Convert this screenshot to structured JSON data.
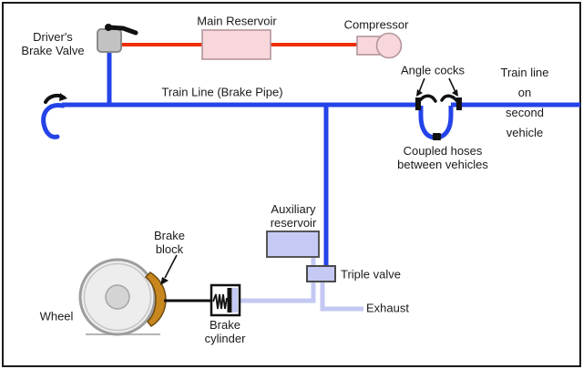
{
  "title": "Air brake system schematic",
  "colors": {
    "pipe_blue": "#2443e8",
    "pipe_red": "#ee2e00",
    "lavender_line": "#c3c8f3",
    "lavender_fill": "#c5caf5",
    "lavender_border": "#4a4a4a",
    "pink_fill": "#f8d7dc",
    "pink_border": "#b2959c",
    "valve_gray_fill": "#c2c2c2",
    "valve_gray_border": "#8a8a8a",
    "brake_block_fill": "#c8871e",
    "brake_block_border": "#6e4c12",
    "wheel_fill": "#ededed",
    "wheel_border": "#9d9d9d",
    "hub_fill": "#d4d4d4",
    "black": "#111111"
  },
  "labels": {
    "drivers_brake_valve": "Driver's\nBrake Valve",
    "main_reservoir": "Main Reservoir",
    "compressor": "Compressor",
    "train_line": "Train Line (Brake Pipe)",
    "angle_cocks": "Angle cocks",
    "train_line_second": "Train line on\nsecond vehicle",
    "coupled_hoses": "Coupled hoses\nbetween vehicles",
    "auxiliary_reservoir": "Auxiliary\nreservoir",
    "triple_valve": "Triple valve",
    "exhaust": "Exhaust",
    "brake_block": "Brake\nblock",
    "brake_cylinder": "Brake\ncylinder",
    "wheel": "Wheel"
  }
}
